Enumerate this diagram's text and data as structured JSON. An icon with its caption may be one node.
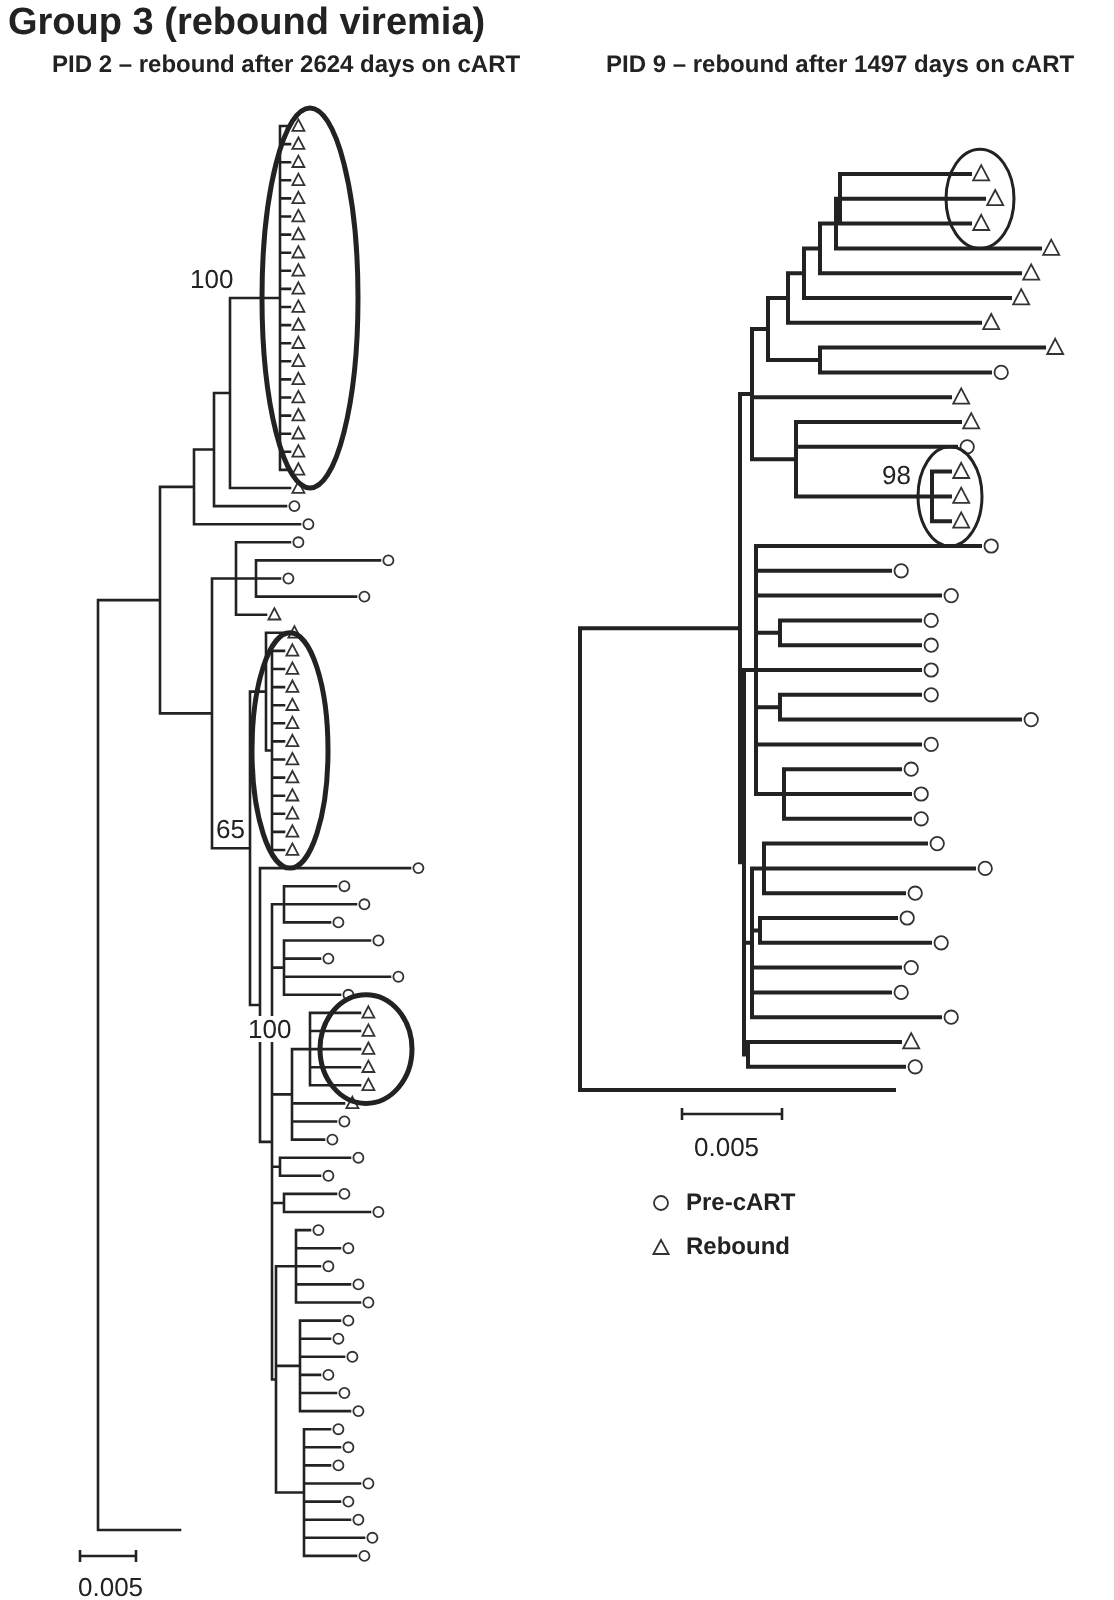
{
  "diagram": {
    "title": "Group 3 (rebound viremia)",
    "labels": [
      "PID 2 – rebound after 2624 days on cART",
      "PID 9 – rebound after 1497 days on cART",
      "100",
      "65",
      "100",
      "0.005",
      "98",
      "0.005"
    ],
    "legend": [
      {
        "text": "Pre-cART"
      },
      {
        "text": "Rebound"
      }
    ]
  }
}
